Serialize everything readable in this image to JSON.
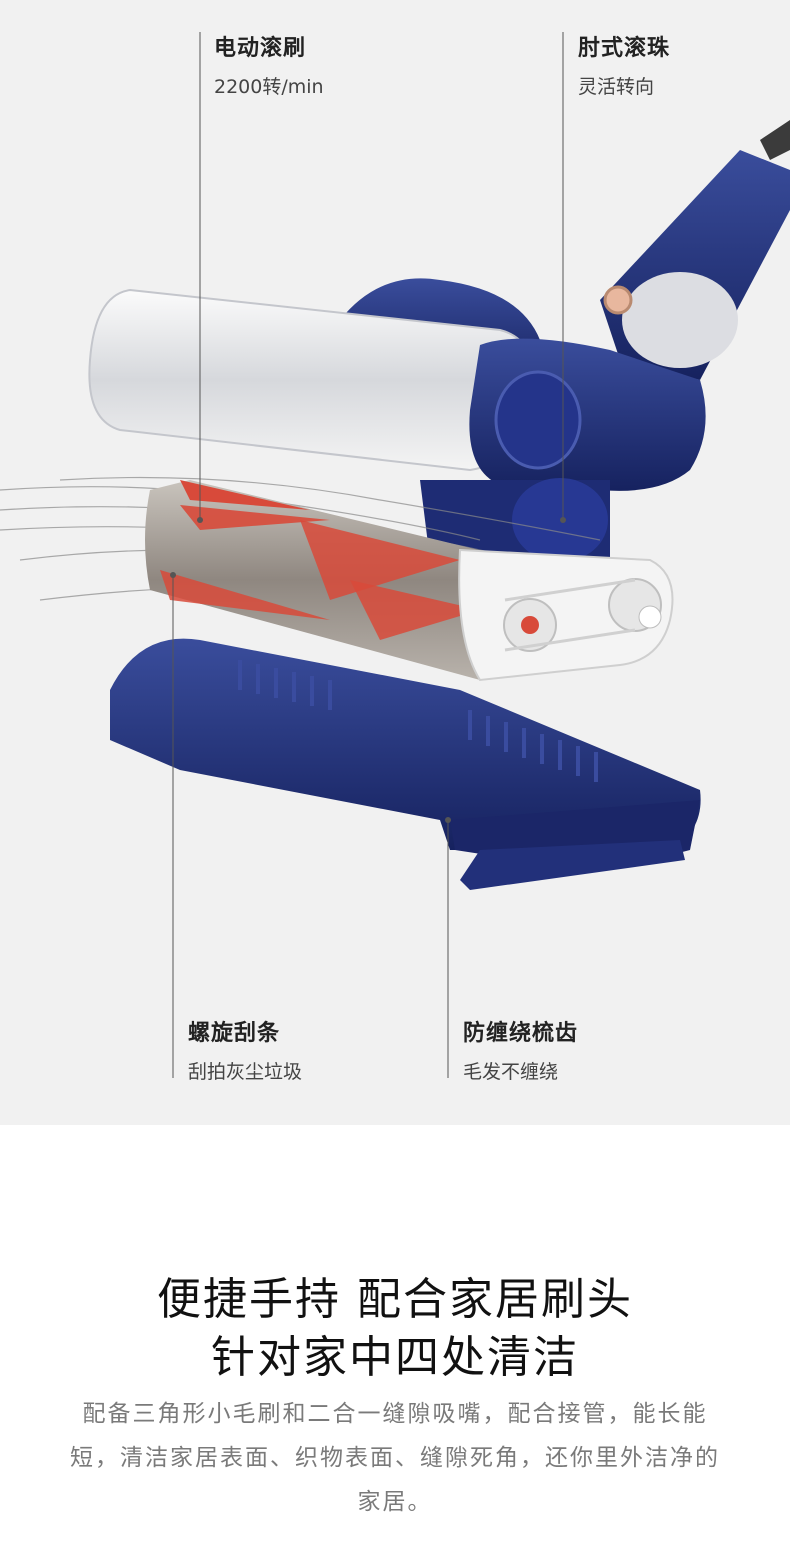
{
  "callouts": {
    "roller": {
      "title": "电动滚刷",
      "subtitle": "2200转/min"
    },
    "elbow": {
      "title": "肘式滚珠",
      "subtitle": "灵活转向"
    },
    "spiral": {
      "title": "螺旋刮条",
      "subtitle": "刮拍灰尘垃圾"
    },
    "comb": {
      "title": "防缠绕梳齿",
      "subtitle": "毛发不缠绕"
    }
  },
  "headline": {
    "line1": "便捷手持 配合家居刷头",
    "line2": "针对家中四处清洁"
  },
  "description": "配备三角形小毛刷和二合一缝隙吸嘴，配合接管，能长能短，清洁家居表面、织物表面、缝隙死角，还你里外洁净的家居。",
  "colors": {
    "navy": "#1f2f78",
    "accent_red": "#d84a3a",
    "hero_bg": "#f1f1f1"
  }
}
